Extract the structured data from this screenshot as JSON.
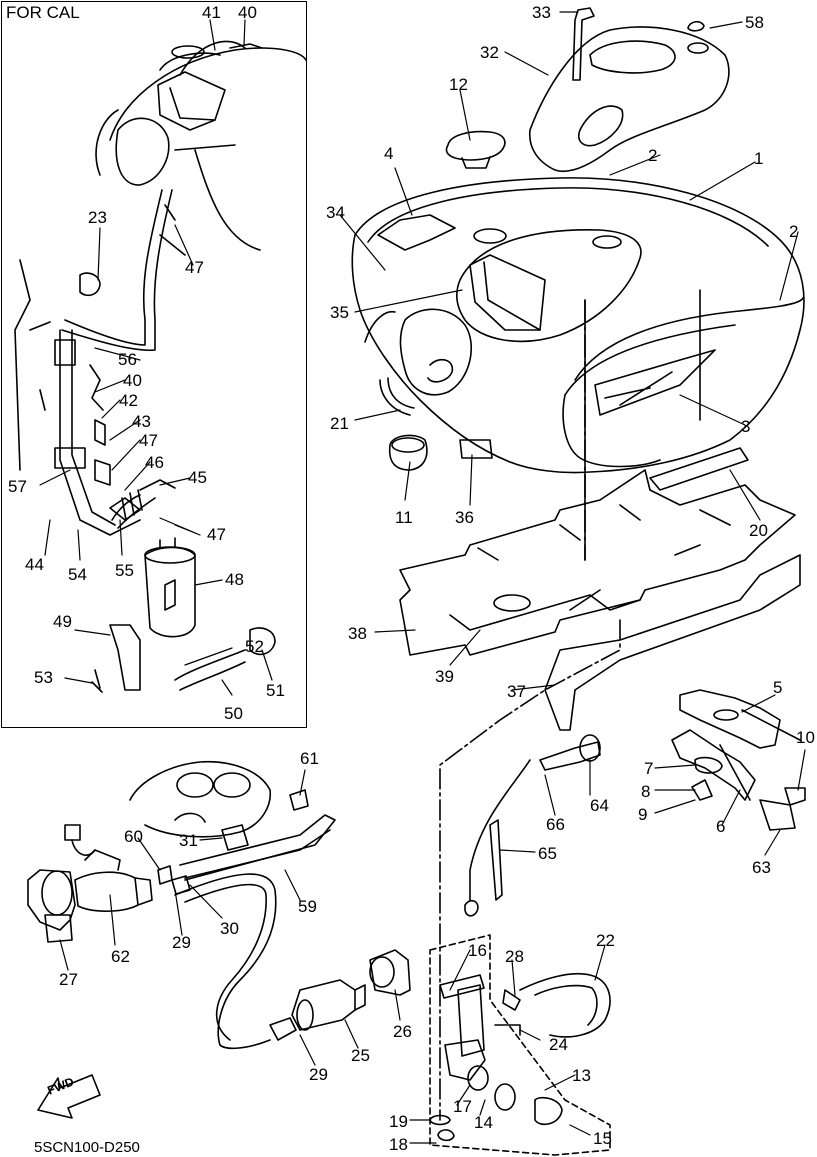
{
  "inset": {
    "title": "FOR CAL"
  },
  "footer": {
    "code": "5SCN100-D250"
  },
  "fwd_badge": {
    "text": "FWD"
  },
  "colors": {
    "ink": "#000000",
    "paper": "#ffffff"
  },
  "parts": [
    {
      "id": "41",
      "label": "41"
    },
    {
      "id": "40a",
      "label": "40"
    },
    {
      "id": "33",
      "label": "33"
    },
    {
      "id": "58",
      "label": "58"
    },
    {
      "id": "32",
      "label": "32"
    },
    {
      "id": "12",
      "label": "12"
    },
    {
      "id": "2a",
      "label": "2"
    },
    {
      "id": "1",
      "label": "1"
    },
    {
      "id": "4",
      "label": "4"
    },
    {
      "id": "2b",
      "label": "2"
    },
    {
      "id": "34",
      "label": "34"
    },
    {
      "id": "23",
      "label": "23"
    },
    {
      "id": "47a",
      "label": "47"
    },
    {
      "id": "35",
      "label": "35"
    },
    {
      "id": "56",
      "label": "56"
    },
    {
      "id": "40b",
      "label": "40"
    },
    {
      "id": "42",
      "label": "42"
    },
    {
      "id": "43",
      "label": "43"
    },
    {
      "id": "21",
      "label": "21"
    },
    {
      "id": "3",
      "label": "3"
    },
    {
      "id": "47b",
      "label": "47"
    },
    {
      "id": "46",
      "label": "46"
    },
    {
      "id": "45",
      "label": "45"
    },
    {
      "id": "57",
      "label": "57"
    },
    {
      "id": "11",
      "label": "11"
    },
    {
      "id": "36",
      "label": "36"
    },
    {
      "id": "20",
      "label": "20"
    },
    {
      "id": "47c",
      "label": "47"
    },
    {
      "id": "44",
      "label": "44"
    },
    {
      "id": "54",
      "label": "54"
    },
    {
      "id": "55",
      "label": "55"
    },
    {
      "id": "48",
      "label": "48"
    },
    {
      "id": "38",
      "label": "38"
    },
    {
      "id": "49",
      "label": "49"
    },
    {
      "id": "52",
      "label": "52"
    },
    {
      "id": "39",
      "label": "39"
    },
    {
      "id": "37",
      "label": "37"
    },
    {
      "id": "53",
      "label": "53"
    },
    {
      "id": "51",
      "label": "51"
    },
    {
      "id": "50",
      "label": "50"
    },
    {
      "id": "5",
      "label": "5"
    },
    {
      "id": "10",
      "label": "10"
    },
    {
      "id": "7",
      "label": "7"
    },
    {
      "id": "61",
      "label": "61"
    },
    {
      "id": "8",
      "label": "8"
    },
    {
      "id": "64",
      "label": "64"
    },
    {
      "id": "9",
      "label": "9"
    },
    {
      "id": "6",
      "label": "6"
    },
    {
      "id": "66",
      "label": "66"
    },
    {
      "id": "31",
      "label": "31"
    },
    {
      "id": "60",
      "label": "60"
    },
    {
      "id": "65",
      "label": "65"
    },
    {
      "id": "63",
      "label": "63"
    },
    {
      "id": "59",
      "label": "59"
    },
    {
      "id": "30",
      "label": "30"
    },
    {
      "id": "29a",
      "label": "29"
    },
    {
      "id": "62",
      "label": "62"
    },
    {
      "id": "27",
      "label": "27"
    },
    {
      "id": "22",
      "label": "22"
    },
    {
      "id": "16",
      "label": "16"
    },
    {
      "id": "28",
      "label": "28"
    },
    {
      "id": "26",
      "label": "26"
    },
    {
      "id": "24",
      "label": "24"
    },
    {
      "id": "25",
      "label": "25"
    },
    {
      "id": "13",
      "label": "13"
    },
    {
      "id": "29b",
      "label": "29"
    },
    {
      "id": "17",
      "label": "17"
    },
    {
      "id": "14",
      "label": "14"
    },
    {
      "id": "19",
      "label": "19"
    },
    {
      "id": "15",
      "label": "15"
    },
    {
      "id": "18",
      "label": "18"
    }
  ]
}
